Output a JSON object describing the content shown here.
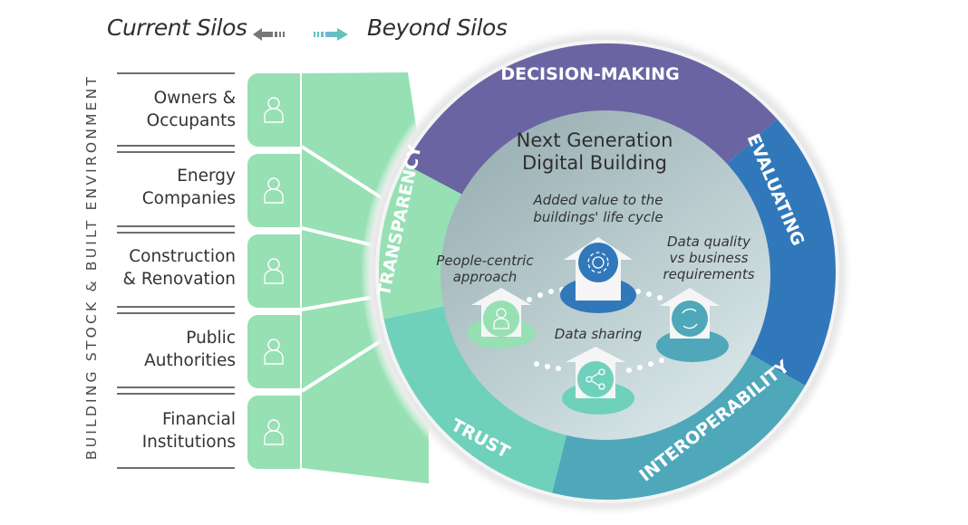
{
  "header": {
    "left_title": "Current Silos",
    "right_title": "Beyond Silos",
    "left_arrow_icon": "arrow-left-icon",
    "right_arrow_icon": "arrow-right-icon"
  },
  "sidebar": {
    "vertical_label": "BUILDING STOCK & BUILT ENVIRONMENT",
    "stakeholders": [
      {
        "line1": "Owners &",
        "line2": "Occupants",
        "icon": "person-icon"
      },
      {
        "line1": "Energy",
        "line2": "Companies",
        "icon": "person-icon"
      },
      {
        "line1": "Construction",
        "line2": "& Renovation",
        "icon": "person-icon"
      },
      {
        "line1": "Public",
        "line2": "Authorities",
        "icon": "person-icon"
      },
      {
        "line1": "Financial",
        "line2": "Institutions",
        "icon": "person-icon"
      }
    ]
  },
  "wheel": {
    "segments": [
      {
        "label": "DECISION-MAKING",
        "color": "#6a64a3"
      },
      {
        "label": "EVALUATING",
        "color": "#3178bb"
      },
      {
        "label": "INTEROPERABILITY",
        "color": "#4fa8ba"
      },
      {
        "label": "TRUST",
        "color": "#6fd1bb"
      },
      {
        "label": "TRANSPARENCY",
        "color": "#96e0b4"
      }
    ],
    "center": {
      "title_line1": "Next Generation",
      "title_line2": "Digital Building",
      "pillars": [
        {
          "line1": "Added value to the",
          "line2": "buildings' life cycle",
          "line3": "",
          "icon": "gear-icon",
          "color": "#3178bb"
        },
        {
          "line1": "People-centric",
          "line2": "approach",
          "line3": "",
          "icon": "person-icon",
          "color": "#96e0b4"
        },
        {
          "line1": "Data quality",
          "line2": "vs business",
          "line3": "requirements",
          "icon": "refresh-icon",
          "color": "#4fa8ba"
        },
        {
          "line1": "Data sharing",
          "line2": "",
          "line3": "",
          "icon": "share-icon",
          "color": "#6fd1bb"
        }
      ]
    }
  },
  "colors": {
    "silo_green": "#96e0b4",
    "inner_disk_start": "#9fb5b8",
    "inner_disk_end": "#d3e2e4",
    "divider_gray": "#7a7a7a"
  }
}
